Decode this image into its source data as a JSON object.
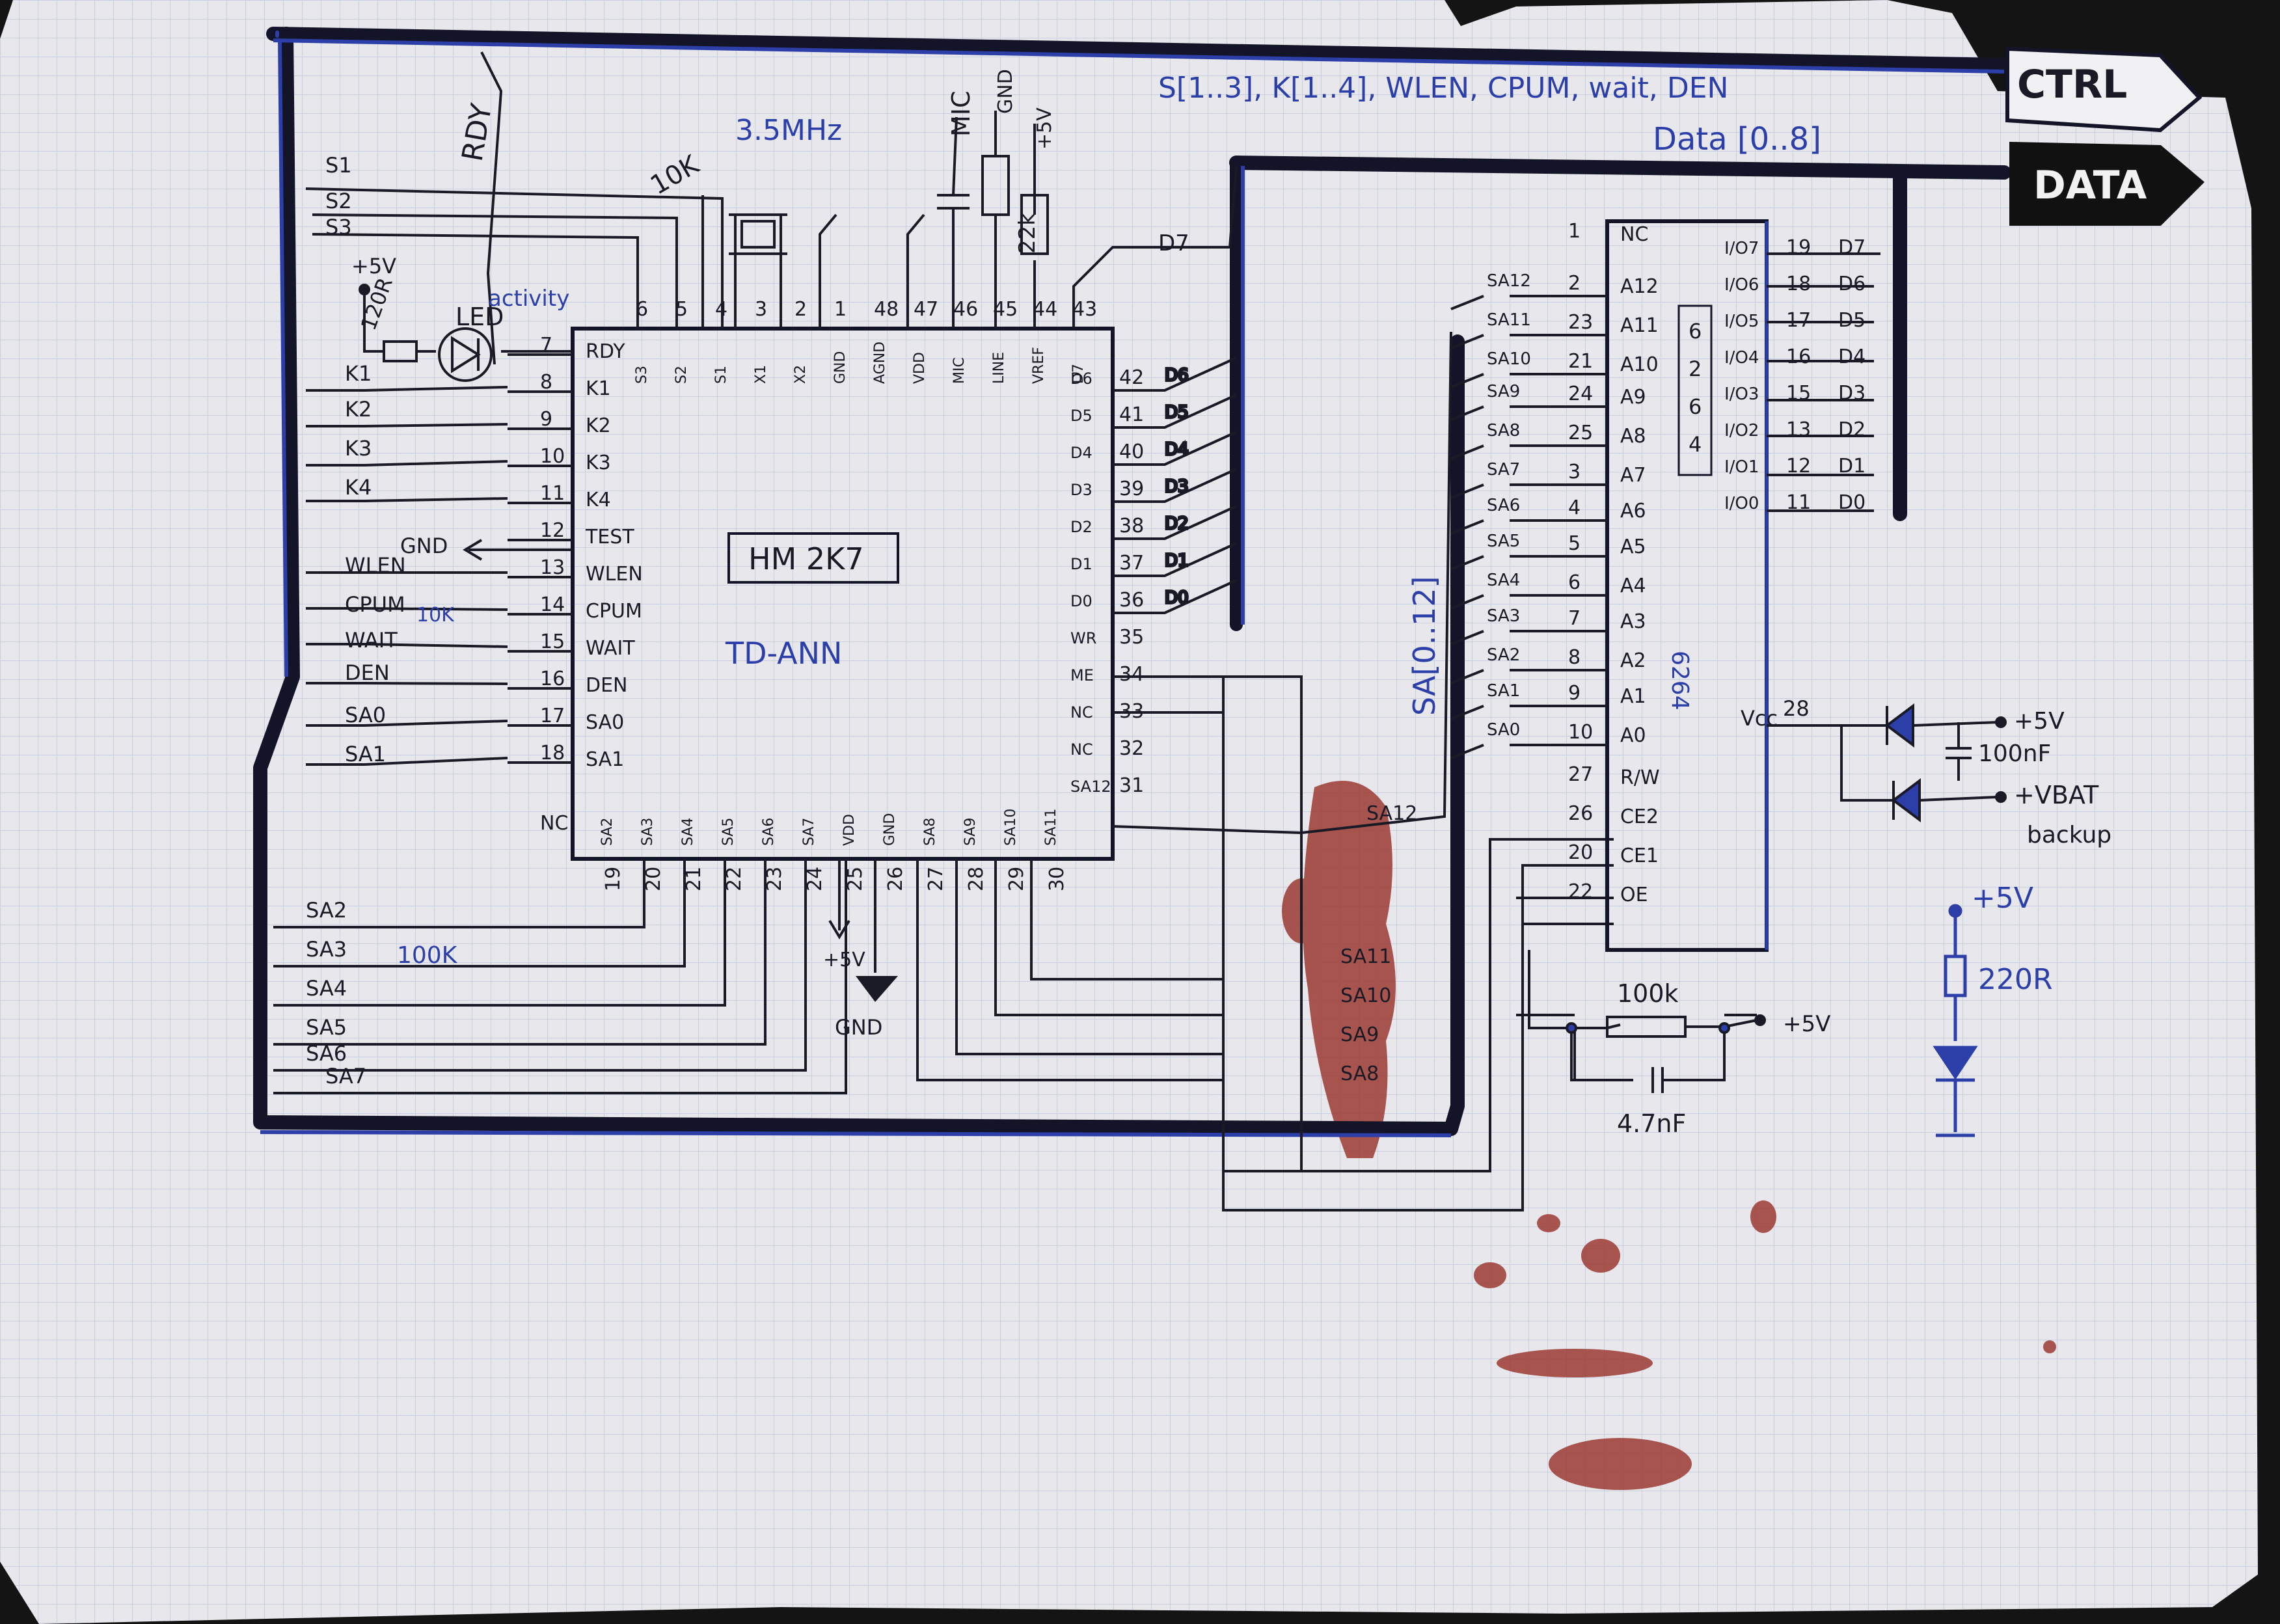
{
  "colors": {
    "paper": "#e9e9ec",
    "grid": "#b9c3d8",
    "ink": "#1a1a26",
    "blue_ink": "#2c3fa8",
    "stain": "#9b3a32"
  },
  "bus": {
    "ctrl": "CTRL",
    "data": "DATA",
    "ctrl_signals": "S[1..3], K[1..4], WLEN, CPUM, wait, DEN",
    "data_bus": "Data [0..8]",
    "addr_bus": "SA[0..12]"
  },
  "chip_main": {
    "name": "HM 2K7",
    "subname": "TD-ANN",
    "left_pins": [
      {
        "num": "7",
        "name": "RDY"
      },
      {
        "num": "8",
        "name": "K1"
      },
      {
        "num": "9",
        "name": "K2"
      },
      {
        "num": "10",
        "name": "K3"
      },
      {
        "num": "11",
        "name": "K4"
      },
      {
        "num": "12",
        "name": "TEST"
      },
      {
        "num": "13",
        "name": "WLEN"
      },
      {
        "num": "14",
        "name": "CPUM"
      },
      {
        "num": "15",
        "name": "WAIT"
      },
      {
        "num": "16",
        "name": "DEN"
      },
      {
        "num": "17",
        "name": "SA0"
      },
      {
        "num": "18",
        "name": "SA1"
      }
    ],
    "top_pins": [
      {
        "num": "6",
        "name": "S3"
      },
      {
        "num": "5",
        "name": "S2"
      },
      {
        "num": "4",
        "name": "S1"
      },
      {
        "num": "3",
        "name": "X1"
      },
      {
        "num": "2",
        "name": "X2"
      },
      {
        "num": "1",
        "name": "GND"
      },
      {
        "num": "48",
        "name": "AGND"
      },
      {
        "num": "47",
        "name": "VDD"
      },
      {
        "num": "46",
        "name": "MIC"
      },
      {
        "num": "45",
        "name": "LINE"
      },
      {
        "num": "44",
        "name": "VREF"
      },
      {
        "num": "43",
        "name": "D7"
      }
    ],
    "right_pins": [
      {
        "num": "42",
        "name": "D6"
      },
      {
        "num": "41",
        "name": "D5"
      },
      {
        "num": "40",
        "name": "D4"
      },
      {
        "num": "39",
        "name": "D3"
      },
      {
        "num": "38",
        "name": "D2"
      },
      {
        "num": "37",
        "name": "D1"
      },
      {
        "num": "36",
        "name": "D0"
      },
      {
        "num": "35",
        "name": "WR"
      },
      {
        "num": "34",
        "name": "ME"
      },
      {
        "num": "33",
        "name": "NC"
      },
      {
        "num": "32",
        "name": "NC"
      },
      {
        "num": "31",
        "name": "SA12"
      }
    ],
    "bottom_pins": [
      {
        "num": "19",
        "name": "SA2"
      },
      {
        "num": "20",
        "name": "SA3"
      },
      {
        "num": "21",
        "name": "SA4"
      },
      {
        "num": "22",
        "name": "SA5"
      },
      {
        "num": "23",
        "name": "SA6"
      },
      {
        "num": "24",
        "name": "SA7"
      },
      {
        "num": "25",
        "name": "VDD"
      },
      {
        "num": "26",
        "name": "GND"
      },
      {
        "num": "27",
        "name": "SA8"
      },
      {
        "num": "28",
        "name": "SA9"
      },
      {
        "num": "29",
        "name": "SA10"
      },
      {
        "num": "30",
        "name": "SA11"
      }
    ],
    "nc_corner": "NC",
    "vdd_label": "+5V",
    "gnd_label": "GND"
  },
  "left_bus_labels": [
    "S1",
    "S2",
    "S3",
    "K1",
    "K2",
    "K3",
    "K4",
    "WLEN",
    "CPUM",
    "WAIT",
    "DEN",
    "SA0",
    "SA1"
  ],
  "bottom_left_labels": [
    "SA2",
    "SA3",
    "SA4",
    "SA5",
    "SA6",
    "SA7"
  ],
  "sram": {
    "name": "6264",
    "label_vertical": "6264",
    "left_pins": [
      {
        "num": "1",
        "name": "NC"
      },
      {
        "num": "2",
        "name": "A12"
      },
      {
        "num": "23",
        "name": "A11"
      },
      {
        "num": "21",
        "name": "A10"
      },
      {
        "num": "24",
        "name": "A9"
      },
      {
        "num": "25",
        "name": "A8"
      },
      {
        "num": "3",
        "name": "A7"
      },
      {
        "num": "4",
        "name": "A6"
      },
      {
        "num": "5",
        "name": "A5"
      },
      {
        "num": "6",
        "name": "A4"
      },
      {
        "num": "7",
        "name": "A3"
      },
      {
        "num": "8",
        "name": "A2"
      },
      {
        "num": "9",
        "name": "A1"
      },
      {
        "num": "10",
        "name": "A0"
      },
      {
        "num": "27",
        "name": "R/W"
      },
      {
        "num": "26",
        "name": "CE2"
      },
      {
        "num": "20",
        "name": "CE1"
      },
      {
        "num": "22",
        "name": "OE"
      }
    ],
    "left_nets": [
      "SA12",
      "SA11",
      "SA10",
      "SA9",
      "SA8",
      "SA7",
      "SA6",
      "SA5",
      "SA4",
      "SA3",
      "SA2",
      "SA1",
      "SA0"
    ],
    "right_pins": [
      {
        "num": "19",
        "name": "I/O7",
        "net": "D7"
      },
      {
        "num": "18",
        "name": "I/O6",
        "net": "D6"
      },
      {
        "num": "17",
        "name": "I/O5",
        "net": "D5"
      },
      {
        "num": "16",
        "name": "I/O4",
        "net": "D4"
      },
      {
        "num": "15",
        "name": "I/O3",
        "net": "D3"
      },
      {
        "num": "13",
        "name": "I/O2",
        "net": "D2"
      },
      {
        "num": "12",
        "name": "I/O1",
        "net": "D1"
      },
      {
        "num": "11",
        "name": "I/O0",
        "net": "D0"
      }
    ],
    "vcc_label": "Vcc",
    "vcc_pin": "28"
  },
  "annotations": {
    "rdy": "RDY",
    "freq": "3.5MHz",
    "r10k": "10K",
    "r22k": "22k",
    "mic": "MIC",
    "gnd": "GND",
    "plus5v": "+5V",
    "led_r": "120R",
    "led": "LED",
    "led_note": "activity",
    "cpum_note": "10K",
    "sa3_note": "100K",
    "d7": "D7",
    "grid_box": [
      "6",
      "2",
      "6",
      "4"
    ],
    "sa12_right": "SA12",
    "sa_right": [
      "SA11",
      "SA10",
      "SA9",
      "SA8"
    ],
    "r100k": "100k",
    "c47": "4.7nF",
    "c100": "100nF",
    "vbat": "+VBAT",
    "backup": "backup",
    "r220": "220R",
    "plus5v_blue": "+5V"
  }
}
